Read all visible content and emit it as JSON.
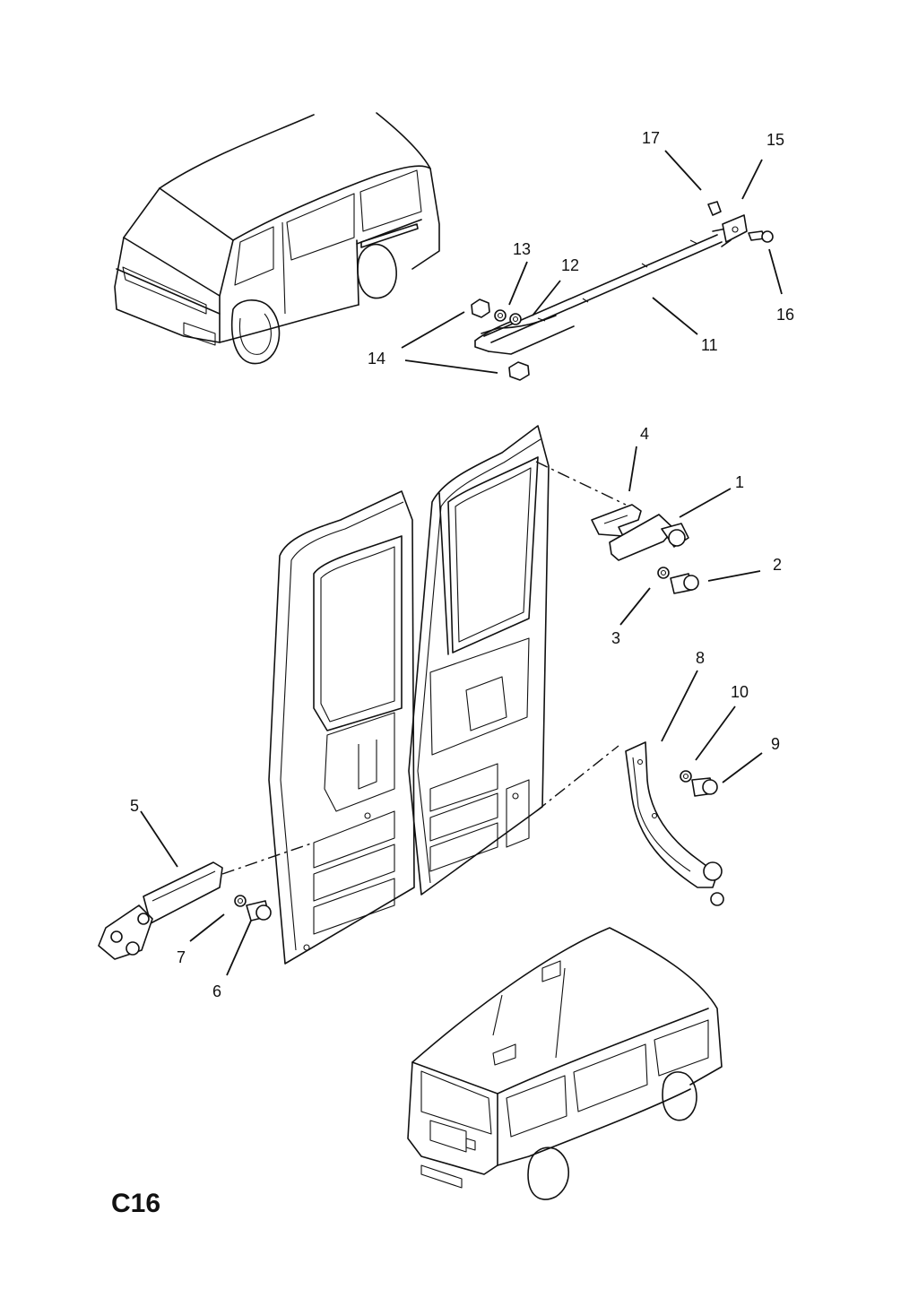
{
  "diagram": {
    "code": "C16",
    "labels": {
      "l1": "1",
      "l2": "2",
      "l3": "3",
      "l4": "4",
      "l5": "5",
      "l6": "6",
      "l7": "7",
      "l8": "8",
      "l9": "9",
      "l10": "10",
      "l11": "11",
      "l12": "12",
      "l13": "13",
      "l14": "14",
      "l15": "15",
      "l16": "16",
      "l17": "17"
    }
  }
}
